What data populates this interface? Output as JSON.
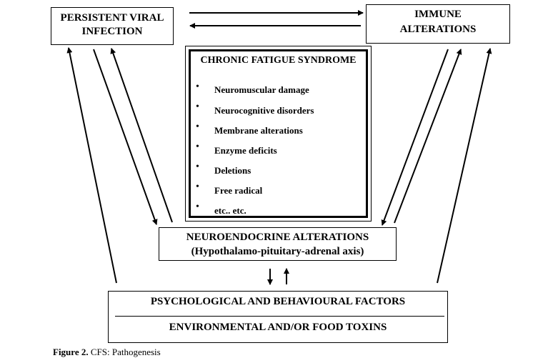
{
  "nodes": {
    "viral": [
      "PERSISTENT VIRAL",
      "INFECTION"
    ],
    "immune": [
      "IMMUNE",
      "ALTERATIONS"
    ],
    "cfs": {
      "title": "CHRONIC FATIGUE SYNDROME",
      "bullet": "•",
      "items": [
        "Neuromuscular damage",
        "Neurocognitive disorders",
        "Membrane alterations",
        "Enzyme deficits",
        "Deletions",
        "Free radical",
        "etc.. etc."
      ]
    },
    "neuro": [
      "NEUROENDOCRINE ALTERATIONS",
      "(Hypothalamo-pituitary-adrenal  axis)"
    ],
    "bottom": {
      "top": "PSYCHOLOGICAL AND BEHAVIOURAL FACTORS",
      "bottom": "ENVIRONMENTAL AND/OR FOOD TOXINS"
    }
  },
  "caption": {
    "label": "Figure 2.",
    "text": " CFS: Pathogenesis"
  }
}
